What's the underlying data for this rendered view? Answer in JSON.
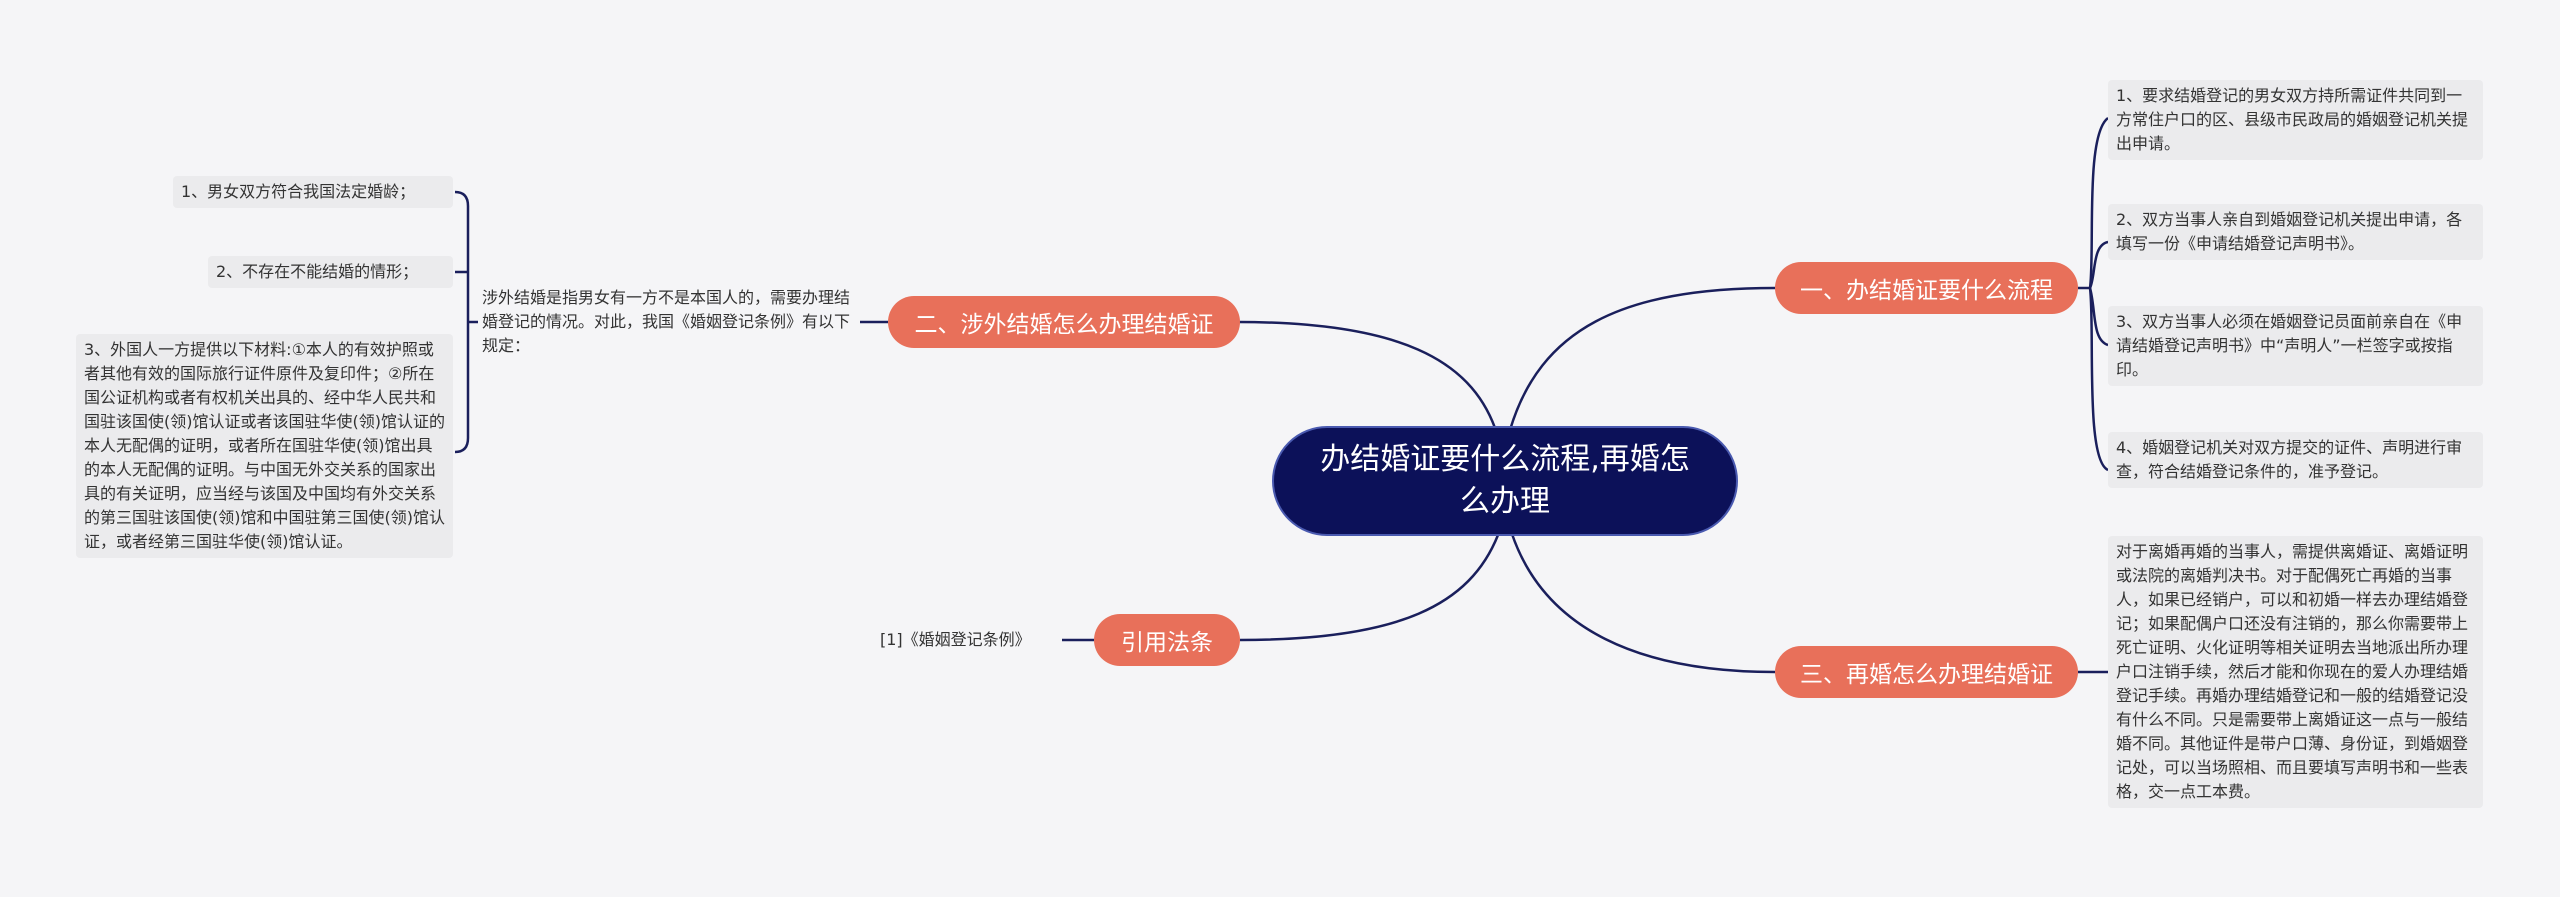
{
  "colors": {
    "background": "#f5f5f7",
    "center_fill": "#0c1159",
    "branch_fill": "#e8705a",
    "line": "#1a1f5c",
    "leaf_fill": "#ebebed"
  },
  "central": {
    "title": "办结婚证要什么流程,再婚怎么办理"
  },
  "branches": [
    {
      "label": "一、办结婚证要什么流程",
      "items": [
        "1、要求结婚登记的男女双方持所需证件共同到一方常住户口的区、县级市民政局的婚姻登记机关提出申请。",
        "2、双方当事人亲自到婚姻登记机关提出申请，各填写一份《申请结婚登记声明书》。",
        "3、双方当事人必须在婚姻登记员面前亲自在《申请结婚登记声明书》中“声明人”一栏签字或按指印。",
        "4、婚姻登记机关对双方提交的证件、声明进行审查，符合结婚登记条件的，准予登记。"
      ]
    },
    {
      "label": "二、涉外结婚怎么办理结婚证",
      "intro": "涉外结婚是指男女有一方不是本国人的，需要办理结婚登记的情况。对此，我国《婚姻登记条例》有以下规定：",
      "items": [
        "1、男女双方符合我国法定婚龄；",
        "2、不存在不能结婚的情形；",
        "3、外国人一方提供以下材料:①本人的有效护照或者其他有效的国际旅行证件原件及复印件；②所在国公证机构或者有权机关出具的、经中华人民共和国驻该国使(领)馆认证或者该国驻华使(领)馆认证的本人无配偶的证明，或者所在国驻华使(领)馆出具的本人无配偶的证明。与中国无外交关系的国家出具的有关证明，应当经与该国及中国均有外交关系的第三国驻该国使(领)馆和中国驻第三国使(领)馆认证，或者经第三国驻华使(领)馆认证。"
      ]
    },
    {
      "label": "三、再婚怎么办理结婚证",
      "items": [
        "对于离婚再婚的当事人，需提供离婚证、离婚证明或法院的离婚判决书。对于配偶死亡再婚的当事人，如果已经销户，可以和初婚一样去办理结婚登记；如果配偶户口还没有注销的，那么你需要带上死亡证明、火化证明等相关证明去当地派出所办理户口注销手续，然后才能和你现在的爱人办理结婚登记手续。再婚办理结婚登记和一般的结婚登记没有什么不同。只是需要带上离婚证这一点与一般结婚不同。其他证件是带户口薄、身份证，到婚姻登记处，可以当场照相、而且要填写声明书和一些表格，交一点工本费。"
      ]
    },
    {
      "label": "引用法条",
      "items": [
        "[1]《婚姻登记条例》"
      ]
    }
  ]
}
